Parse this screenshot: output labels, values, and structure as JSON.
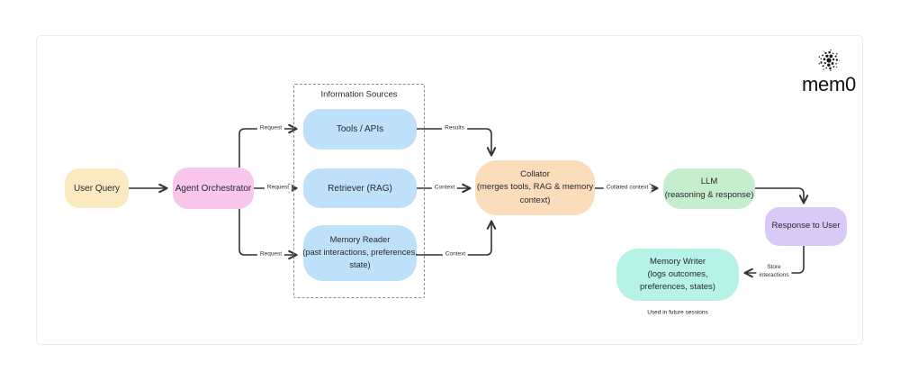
{
  "brand": {
    "name": "mem0"
  },
  "diagram": {
    "nodes": {
      "user_query": {
        "label": "User Query",
        "color": "#FBE9C2"
      },
      "agent_orchestrator": {
        "label": "Agent Orchestrator",
        "color": "#F8C7EB"
      },
      "information_sources": {
        "title": "Information Sources"
      },
      "tools_apis": {
        "label": "Tools / APIs",
        "color": "#BEE0F9"
      },
      "retriever": {
        "label": "Retriever (RAG)",
        "color": "#BEE0F9"
      },
      "memory_reader": {
        "label": "Memory Reader\n(past interactions, preferences,\nstate)",
        "color": "#BEE0F9"
      },
      "collator": {
        "label": "Collator\n(merges tools, RAG & memory\ncontext)",
        "color": "#FBDCBB"
      },
      "llm": {
        "label": "LLM\n(reasoning & response)",
        "color": "#C6EDCE"
      },
      "response_to_user": {
        "label": "Response to User",
        "color": "#D9C9F6"
      },
      "memory_writer": {
        "label": "Memory Writer\n(logs outcomes,\npreferences, states)",
        "color": "#B7F2E7"
      },
      "footnote": "Used in future sessions"
    },
    "edge_labels": {
      "request_top": "Request",
      "request_middle": "Request",
      "request_bottom": "Request",
      "results": "Results",
      "context_middle": "Context",
      "context_bottom": "Context",
      "collated_context": "Collated context",
      "store_interactions": "Store\ninteractions"
    },
    "arrow_color": "#333333"
  }
}
